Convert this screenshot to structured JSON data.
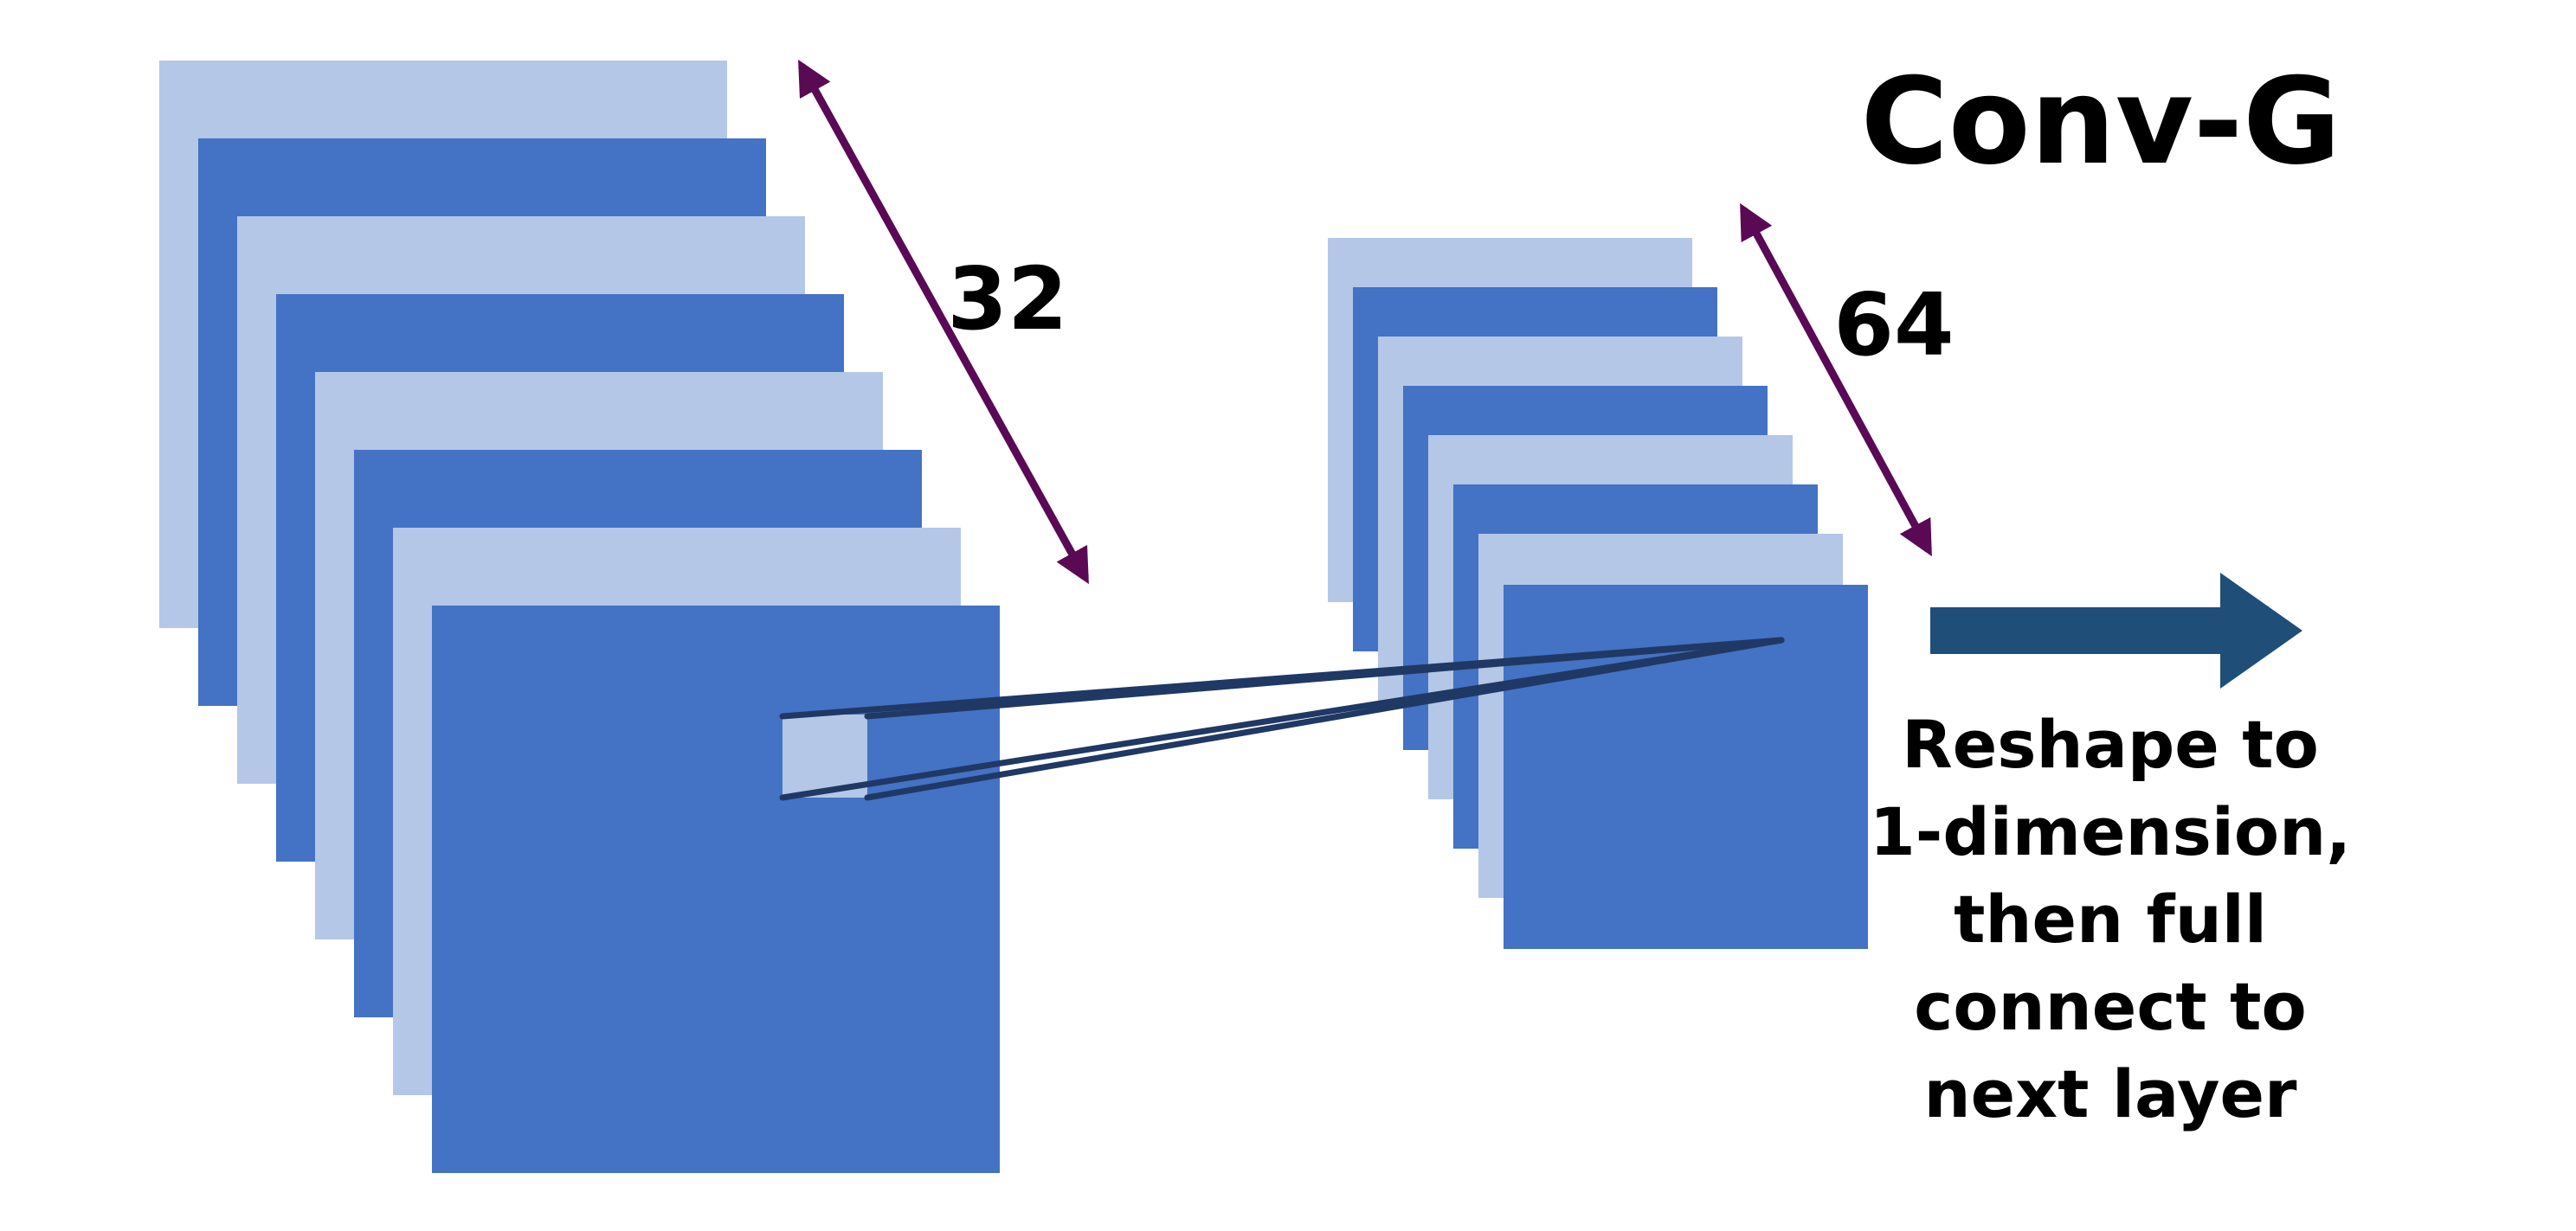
{
  "title": "Conv-G",
  "layer1": {
    "depth_label": "32",
    "light_color": "#b4c7e7",
    "dark_color": "#4472c4"
  },
  "layer2": {
    "depth_label": "64",
    "light_color": "#b4c7e7",
    "dark_color": "#4472c4"
  },
  "depth_arrow_color": "#5a0a55",
  "connection_line_color": "#203864",
  "output_arrow_color": "#1f4e79",
  "caption_lines": [
    "Reshape to",
    "1-dimension,",
    "then full",
    "connect to",
    "next layer"
  ]
}
